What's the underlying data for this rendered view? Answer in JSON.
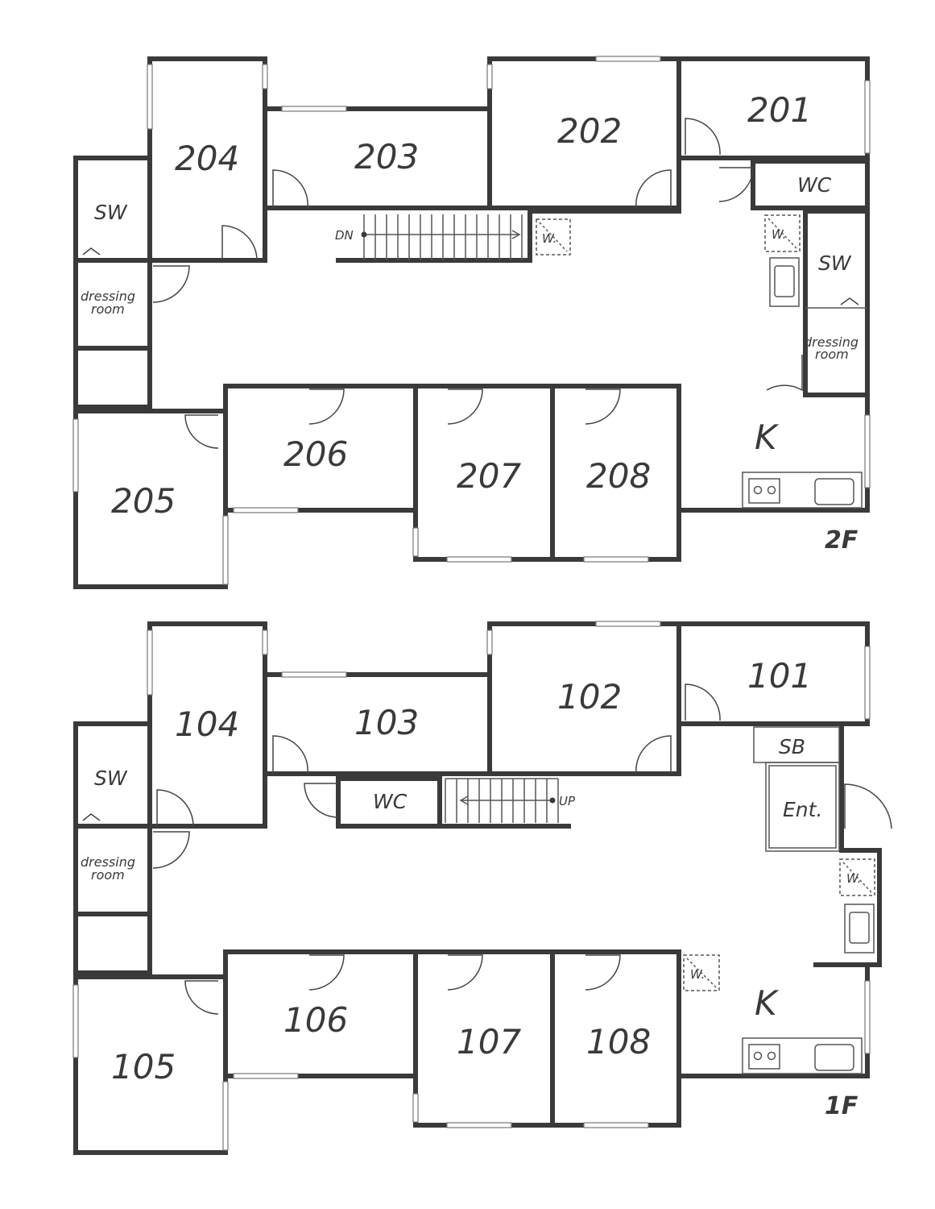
{
  "floor2": {
    "label": "2F",
    "rooms": {
      "r201": "201",
      "r202": "202",
      "r203": "203",
      "r204": "204",
      "r205": "205",
      "r206": "206",
      "r207": "207",
      "r208": "208"
    },
    "wc": "WC",
    "sw_left": "SW",
    "sw_right": "SW",
    "dressing_left": [
      "dressing",
      "room"
    ],
    "dressing_right": [
      "dressing",
      "room"
    ],
    "kitchen": "K",
    "stairs": "DN",
    "washer_a": "W.",
    "washer_b": "W."
  },
  "floor1": {
    "label": "1F",
    "rooms": {
      "r101": "101",
      "r102": "102",
      "r103": "103",
      "r104": "104",
      "r105": "105",
      "r106": "106",
      "r107": "107",
      "r108": "108"
    },
    "wc": "WC",
    "sb": "SB",
    "entrance": "Ent.",
    "sw_left": "SW",
    "dressing_left": [
      "dressing",
      "room"
    ],
    "kitchen": "K",
    "stairs": "UP",
    "washer_a": "W.",
    "washer_b": "W."
  }
}
